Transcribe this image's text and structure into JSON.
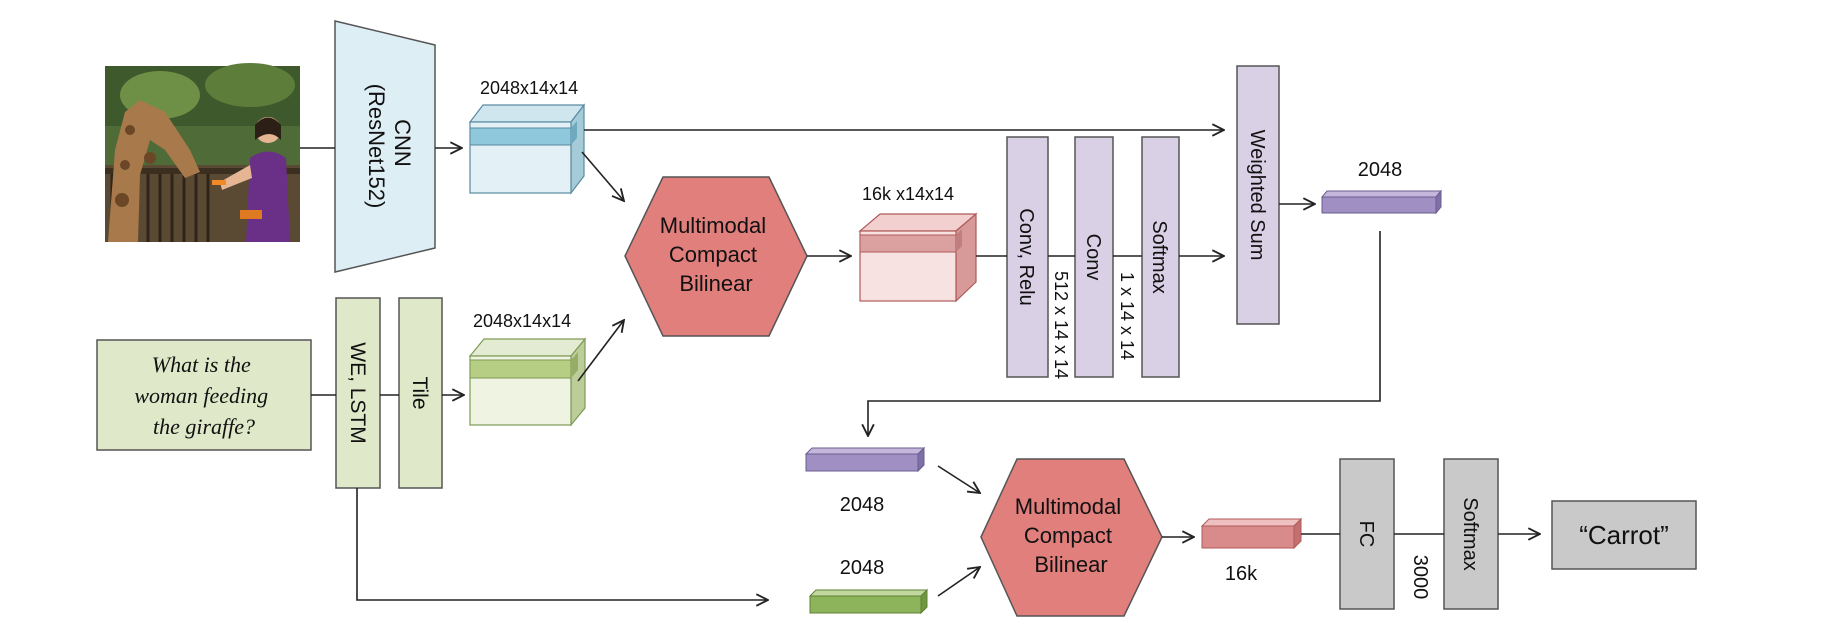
{
  "cnn": {
    "line1": "CNN",
    "line2": "(ResNet152)"
  },
  "question": {
    "line1": "What is the",
    "line2": "woman feeding",
    "line3": "the giraffe?"
  },
  "we_lstm": "WE, LSTM",
  "tile": "Tile",
  "img_tensor_dim": "2048x14x14",
  "txt_tensor_dim": "2048x14x14",
  "mcb1": {
    "line1": "Multimodal",
    "line2": "Compact",
    "line3": "Bilinear"
  },
  "mcb1_out_dim": "16k x14x14",
  "conv_relu": "Conv, Relu",
  "conv_relu_out": "512 x 14 x 14",
  "conv": "Conv",
  "conv_out": "1 x 14 x 14",
  "softmax_att": "Softmax",
  "weighted_sum": "Weighted Sum",
  "ws_out_dim": "2048",
  "att_vec_dim": "2048",
  "q_vec_dim": "2048",
  "mcb2": {
    "line1": "Multimodal",
    "line2": "Compact",
    "line3": "Bilinear"
  },
  "mcb2_out_dim": "16k",
  "fc": "FC",
  "fc_out": "3000",
  "softmax_ans": "Softmax",
  "answer": "“Carrot”",
  "colors": {
    "cnn_fill": "#deeef5",
    "question_fill": "#dfe8c8",
    "mcb_fill": "#e17f7d",
    "att_fill": "#d9d0e6",
    "fc_fill": "#c9c9c9",
    "img_tensor": "#8fc7dc",
    "txt_tensor": "#b6cd84",
    "mcb_tensor": "#dba0a0",
    "vec_purple": "#9f8fc3",
    "vec_green": "#8db45a",
    "vec_red": "#d98a8a"
  }
}
